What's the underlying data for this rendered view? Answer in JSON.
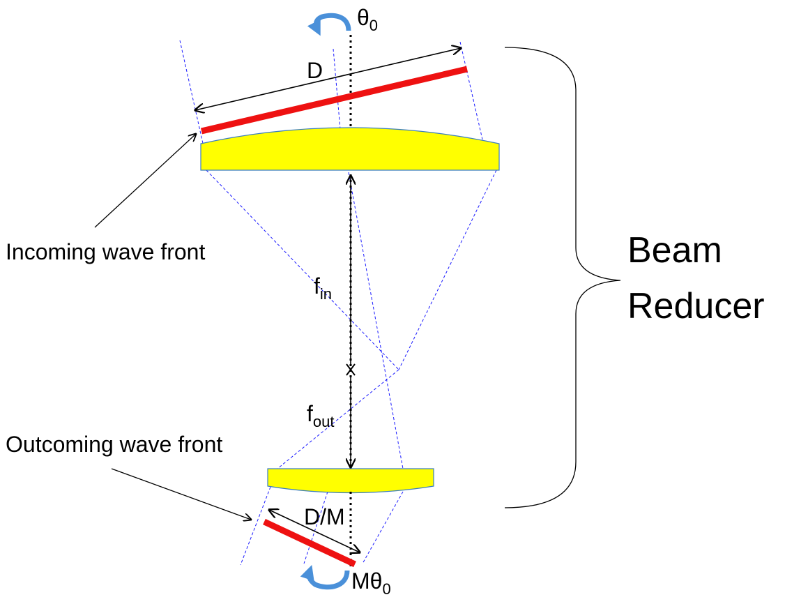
{
  "labels": {
    "theta": "θ",
    "theta_sub": "0",
    "m_theta": "Mθ",
    "m_theta_sub": "0",
    "D": "D",
    "D_over_M": "D/M",
    "f": "f",
    "f_in_sub": "in",
    "f_out_sub": "out",
    "incoming": "Incoming wave front",
    "outcoming": "Outcoming wave front",
    "beam_line1": "Beam",
    "beam_line2": "Reducer"
  },
  "colors": {
    "lens_fill": "#ffff00",
    "lens_stroke": "#3a7dbf",
    "wavefront": "#ee1111",
    "ray": "#1a1aff",
    "rotation_arrow": "#4a90d9",
    "line": "#000000"
  },
  "icons": {
    "rotation_top": "rotate-arrow-icon",
    "rotation_bottom": "rotate-arrow-icon"
  }
}
